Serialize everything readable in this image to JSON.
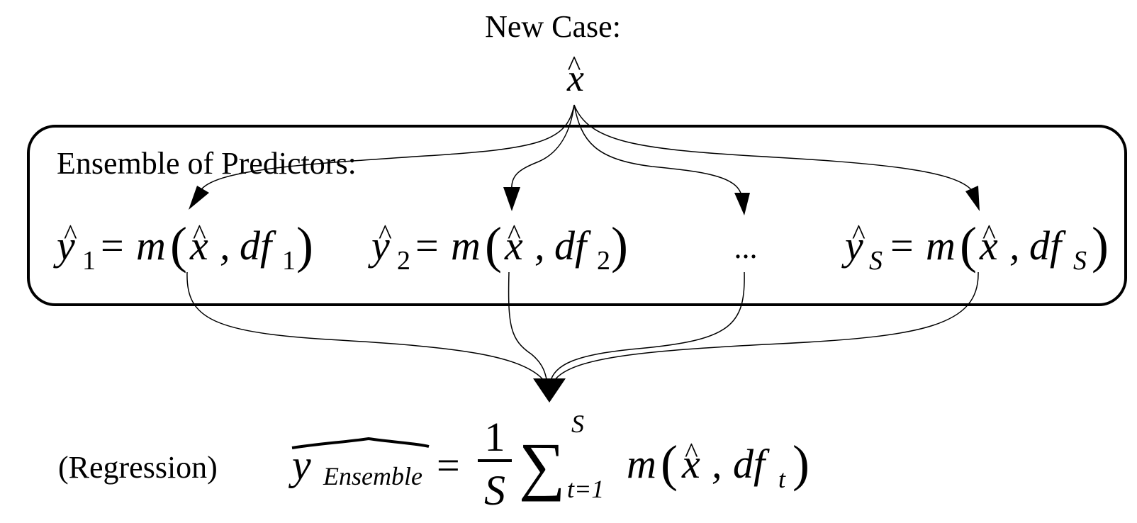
{
  "new_case": {
    "label": "New Case:",
    "symbol": "x",
    "hat": "^"
  },
  "ensemble": {
    "label": "Ensemble of Predictors:",
    "predictors": [
      {
        "y": "y",
        "hat": "^",
        "sub": "1",
        "eq": "=",
        "m": "m",
        "lparen": "(",
        "x": "x",
        "comma": ",",
        "df": "df",
        "dsub": "1",
        "rparen": ")"
      },
      {
        "y": "y",
        "hat": "^",
        "sub": "2",
        "eq": "=",
        "m": "m",
        "lparen": "(",
        "x": "x",
        "comma": ",",
        "df": "df",
        "dsub": "2",
        "rparen": ")"
      },
      {
        "y": "y",
        "hat": "^",
        "sub": "S",
        "eq": "=",
        "m": "m",
        "lparen": "(",
        "x": "x",
        "comma": ",",
        "df": "df",
        "dsub": "S",
        "rparen": ")"
      }
    ],
    "ellipsis": "..."
  },
  "result": {
    "label": "(Regression)",
    "y": "y",
    "sub": "Ensemble",
    "eq": "=",
    "numerator": "1",
    "denominator": "S",
    "sum": "∑",
    "sum_upper": "S",
    "sum_lower": "t=1",
    "m": "m",
    "lparen": "(",
    "x": "x",
    "hat": "^",
    "comma": ",",
    "df": "df",
    "dsub": "t",
    "rparen": ")"
  }
}
